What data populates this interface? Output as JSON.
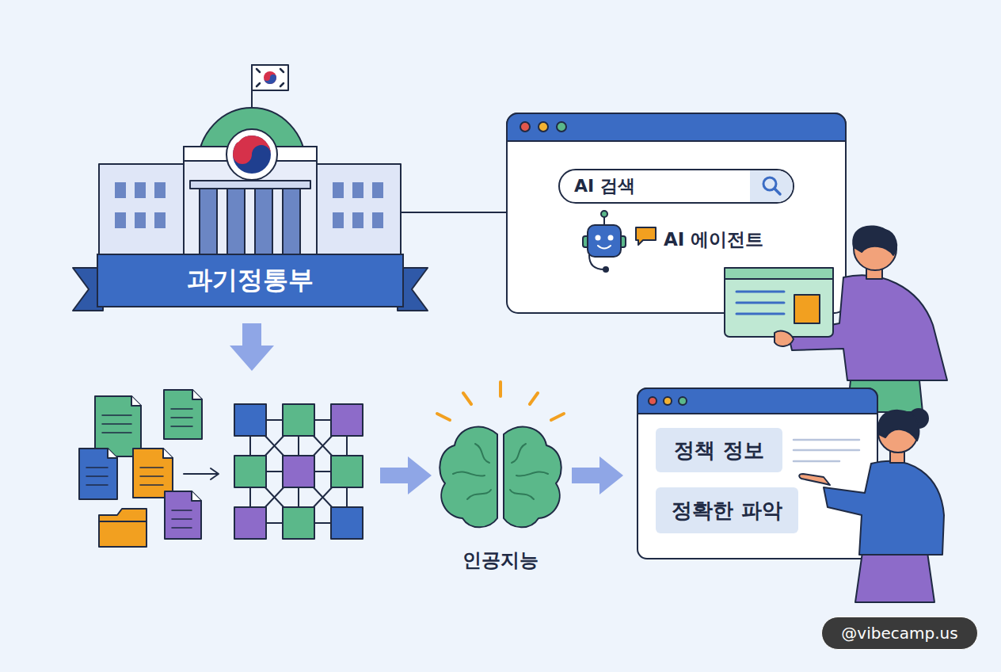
{
  "diagram": {
    "nodes": [
      {
        "text": [
          "과기정통부"
        ]
      },
      {
        "text": [
          "AI 에이전트"
        ]
      },
      {
        "text": [
          "AI 검색"
        ],
        "in": 1
      },
      {
        "text": [
          "정책 정보"
        ]
      },
      {
        "text": [
          "정확한 파악"
        ]
      },
      {
        "text": [
          "@vibecamp.us"
        ]
      }
    ],
    "labels": [
      "인공지능"
    ]
  }
}
